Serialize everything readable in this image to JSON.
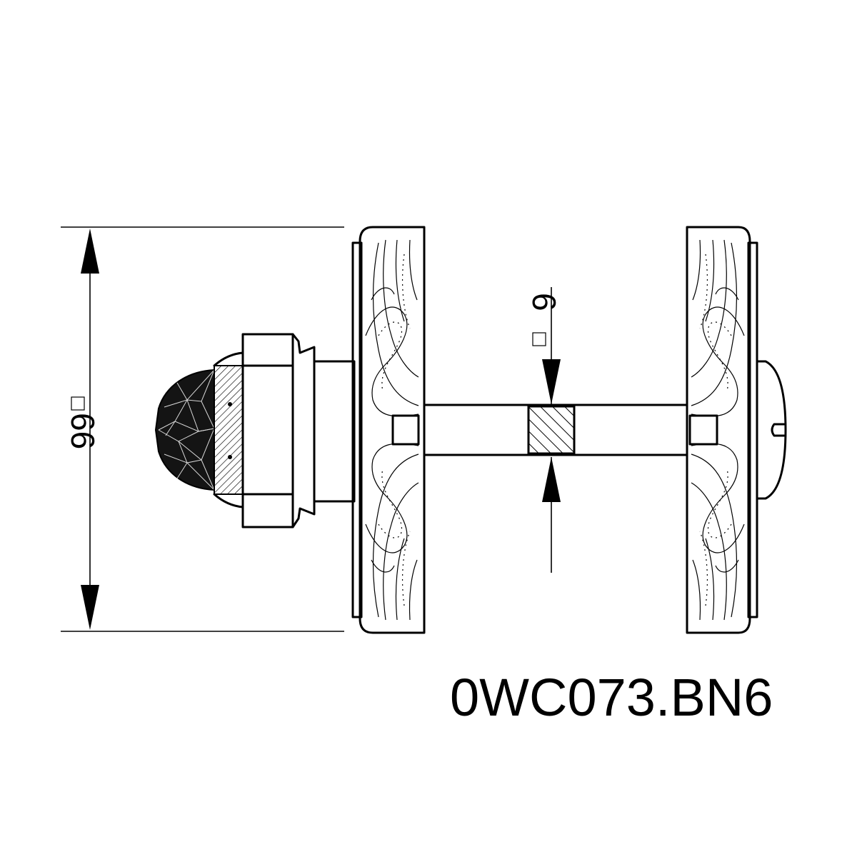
{
  "drawing": {
    "model_code": "0WC073.BN6",
    "dimensions": {
      "rose_size": {
        "symbol": "square",
        "value": "66"
      },
      "spindle_size": {
        "symbol": "square",
        "value": "6"
      }
    }
  },
  "colors": {
    "line": "#000000",
    "background": "#ffffff"
  }
}
